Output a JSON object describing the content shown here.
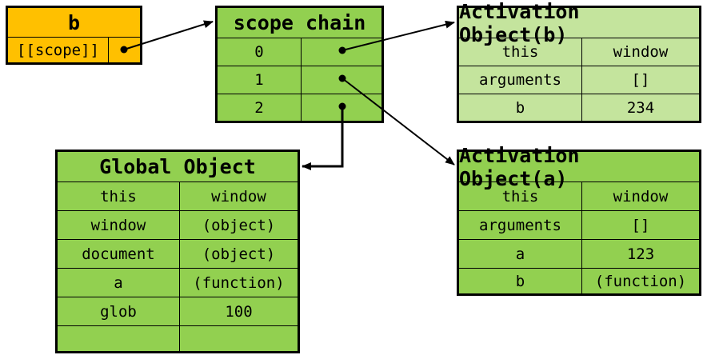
{
  "colors": {
    "yellow": "#ffc000",
    "green": "#92d050",
    "light_green": "#c4e49d",
    "line": "#000000"
  },
  "fn_b": {
    "title": "b",
    "scope_label": "[[scope]]"
  },
  "scope_chain": {
    "title": "scope chain",
    "rows": [
      "0",
      "1",
      "2"
    ]
  },
  "ao_b": {
    "title": "Activation Object(b)",
    "rows": [
      {
        "key": "this",
        "value": "window"
      },
      {
        "key": "arguments",
        "value": "[]"
      },
      {
        "key": "b",
        "value": "234"
      }
    ]
  },
  "ao_a": {
    "title": "Activation Object(a)",
    "rows": [
      {
        "key": "this",
        "value": "window"
      },
      {
        "key": "arguments",
        "value": "[]"
      },
      {
        "key": "a",
        "value": "123"
      },
      {
        "key": "b",
        "value": "(function)"
      }
    ]
  },
  "global": {
    "title": "Global Object",
    "rows": [
      {
        "key": "this",
        "value": "window"
      },
      {
        "key": "window",
        "value": "(object)"
      },
      {
        "key": "document",
        "value": "(object)"
      },
      {
        "key": "a",
        "value": "(function)"
      },
      {
        "key": "glob",
        "value": "100"
      },
      {
        "key": "",
        "value": ""
      }
    ]
  }
}
